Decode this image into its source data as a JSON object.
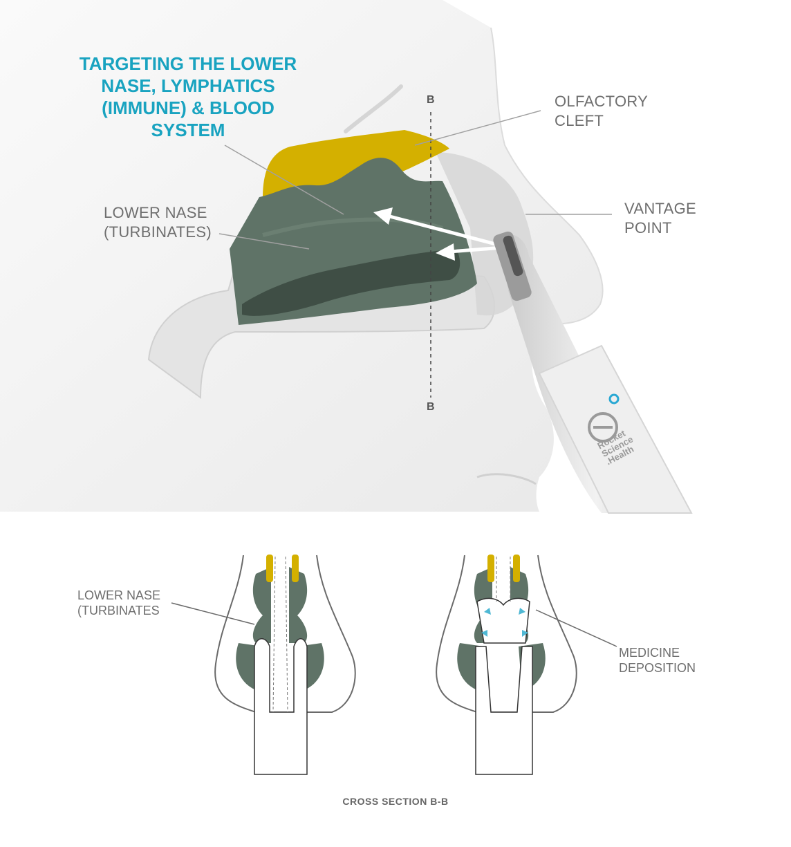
{
  "headline": {
    "lines": [
      "TARGETING THE LOWER",
      "NASE, LYMPHATICS",
      "(IMMUNE) & BLOOD",
      "SYSTEM"
    ]
  },
  "labels": {
    "olfactory_cleft": [
      "OLFACTORY",
      "CLEFT"
    ],
    "lower_nase_top": [
      "LOWER NASE",
      "(TURBINATES)"
    ],
    "vantage_point": [
      "VANTAGE",
      "POINT"
    ],
    "lower_nase_bottom": [
      "LOWER NASE",
      "(TURBINATES"
    ],
    "medicine_deposition": [
      "MEDICINE",
      "DEPOSITION"
    ]
  },
  "section_markers": {
    "top": "B",
    "bottom": "B"
  },
  "caption": "CROSS SECTION B-B",
  "device_brand": [
    "Rocket",
    "Science",
    ".Health"
  ],
  "colors": {
    "accent": "#19a3c0",
    "turbinate": "#5f7367",
    "olfactory": "#d4b000",
    "label_text": "#6e6e6e",
    "medicine": "#4fb8d4"
  },
  "icons": [
    "arrow-icon",
    "brand-logo-icon"
  ]
}
